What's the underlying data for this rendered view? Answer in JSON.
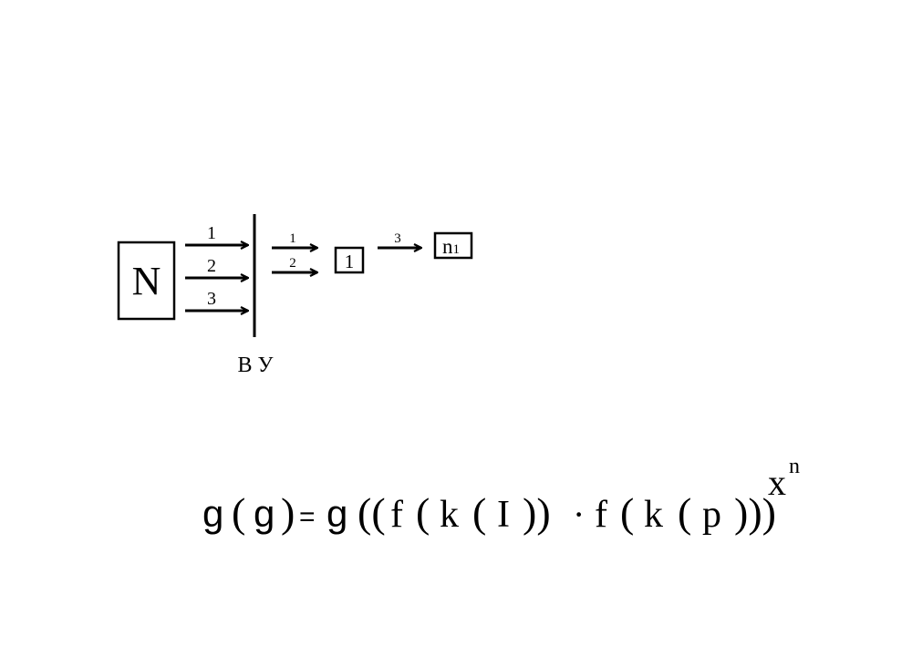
{
  "diagram": {
    "source_box": "N",
    "input_arrows": [
      "1",
      "2",
      "3"
    ],
    "barrier_label": "В У",
    "output_arrows": [
      "1",
      "2"
    ],
    "node_box": "1",
    "next_arrow": "3",
    "target_box": {
      "base": "n",
      "subscript": "1"
    }
  },
  "formula": {
    "tokens": [
      "g",
      "(",
      "g",
      ")",
      "=",
      "g",
      "((",
      "f",
      "(",
      "k",
      "(",
      "I",
      "))",
      "·",
      "f",
      "(",
      "k",
      "(",
      "p",
      ")))"
    ],
    "exponent_base": "x",
    "exponent": "n"
  }
}
